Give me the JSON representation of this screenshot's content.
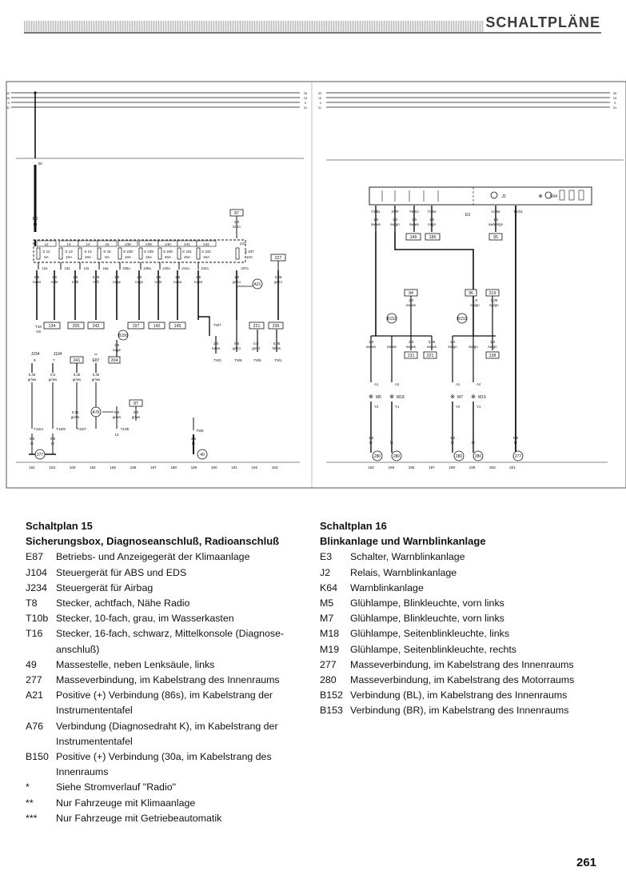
{
  "header": {
    "title": "SCHALTPLÄNE"
  },
  "page_number": "261",
  "diagram_left": {
    "rails": [
      "30",
      "15",
      "X",
      "31"
    ],
    "wire_top": {
      "label": "30"
    },
    "wire_main": {
      "size": "6,0",
      "color": "ro"
    },
    "plug_87": "87",
    "plug_87_wire": "1,0",
    "plug_87_color": "br/ro",
    "fuse_tabs": [
      "12",
      "13",
      "14",
      "15",
      "238",
      "239",
      "240",
      "241",
      "242"
    ],
    "fuses": [
      {
        "name": "S 12",
        "amp": "5A"
      },
      {
        "name": "S 13",
        "amp": "10A"
      },
      {
        "name": "S 14",
        "amp": "10A"
      },
      {
        "name": "S 15",
        "amp": "5A"
      },
      {
        "name": "S 238",
        "amp": "10A"
      },
      {
        "name": "S 239",
        "amp": "15A"
      },
      {
        "name": "S 240",
        "amp": "20A"
      },
      {
        "name": "S 241",
        "amp": "15A"
      },
      {
        "name": "S 242",
        "amp": "15A"
      },
      {
        "name": "S 237",
        "amp": "10A"
      }
    ],
    "fuse_237_tab": "237",
    "fuse_237_out": "237a",
    "box_227": "227",
    "fuse_outs": [
      "12a",
      "13a",
      "14a",
      "15a",
      "238a",
      "239a",
      "240a",
      "241a",
      "242a"
    ],
    "wire_sizes": [
      "0,5",
      "1,0",
      "1,5",
      "0,35",
      "1,5",
      "1,0",
      "1,5",
      "1,5",
      "1,5",
      "1,0",
      "0,35"
    ],
    "wire_colors": [
      "ro/ws",
      "ro/br",
      "ro/bl",
      "ro/li",
      "ro/ge",
      "ro/gn",
      "ro/br",
      "ro/sw",
      "ro/ws",
      "ge/ro",
      "ge/ro"
    ],
    "conn_a21": "A21",
    "t16": "T16",
    "t16_sub": "/16",
    "boxes_row": [
      "134",
      "205",
      "242",
      "197",
      "142",
      "145",
      "221",
      "236"
    ],
    "b150": "B150",
    "t8_7": "T8/7",
    "w204_size": "1,5",
    "w204_color": "ro/ge",
    "box_204": "204",
    "w_t8_right": [
      {
        "s": "1,0",
        "c": "ro/ws"
      },
      {
        "s": "0,5",
        "c": "ge/ro"
      },
      {
        "s": "0,5",
        "c": "gn/bl"
      },
      {
        "s": "0,35",
        "c": "bl/ws"
      }
    ],
    "t8_plugs": [
      "T8/3",
      "T8/6",
      "T8/5",
      "T8/1"
    ],
    "j234": "J234",
    "j104": "J104",
    "e87": "E87",
    "e87_mark": "**",
    "box_241": "241",
    "pin_9": "9",
    "pin_7": "7",
    "w_lower": [
      {
        "s": "0,35",
        "c": "gr/ws"
      },
      {
        "s": "0,5",
        "c": "gr/ws"
      },
      {
        "s": "0,35",
        "c": "gr/ws"
      },
      {
        "s": "0,35",
        "c": "gr/ws"
      }
    ],
    "a76": "A76",
    "box_87b": "87",
    "w_a76": [
      {
        "s": "0,35",
        "c": "gr/ws"
      },
      {
        "s": "0,5",
        "c": "gr/ws"
      },
      {
        "s": "0,5",
        "c": "gr/ws"
      }
    ],
    "t16_plugs": [
      "T16/4",
      "T16/6",
      "T16/7"
    ],
    "t10b": "T10b",
    "t10b_pin": "13",
    "t8_8": "T8/8",
    "gnd_wires": [
      {
        "s": "0,5",
        "c": "br"
      },
      {
        "s": "0,5",
        "c": "br"
      },
      {
        "s": "2,5",
        "c": "br"
      }
    ],
    "ground_277": "277",
    "ground_49": "49",
    "xaxis": [
      "181",
      "182",
      "183",
      "184",
      "185",
      "186",
      "187",
      "188",
      "189",
      "190",
      "191",
      "192",
      "193"
    ]
  },
  "diagram_right": {
    "rails": [
      "30",
      "15",
      "X",
      "31"
    ],
    "switch_labels": [
      "J2",
      "K64"
    ],
    "e3": "E3",
    "top_pins": [
      "Y3/BL",
      "2/3R",
      "Y6/XA",
      "7/30a",
      "1/49a",
      "Y5/31"
    ],
    "top_wires": [
      {
        "s": "1,0",
        "c": "sw/ws"
      },
      {
        "s": "1,0",
        "c": "sw/gn"
      },
      {
        "s": "1,0",
        "c": "sw/ws"
      },
      {
        "s": "1,0",
        "c": "ro/gn"
      },
      {
        "s": "1,0",
        "c": "sw/ws/gn"
      }
    ],
    "boxes_top": [
      "149",
      "186",
      "95"
    ],
    "box_94": "94",
    "box_96": "96",
    "box_219": "219",
    "w_94": {
      "s": "1,0",
      "c": "sw/ws"
    },
    "w_96": [
      {
        "s": "1,0",
        "c": "sw/gn"
      },
      {
        "s": "0,35",
        "c": "sw/gn"
      }
    ],
    "b152": "B152",
    "b153": "B153",
    "mid_wires": [
      {
        "s": "1,0",
        "c": "sw/ws"
      },
      {
        "s": "",
        "c": "sw/ws"
      },
      {
        "s": "1,0",
        "c": "sw/ws"
      },
      {
        "s": "0,35",
        "c": "sw/ws"
      },
      {
        "s": "1,0",
        "c": "sw/gn"
      },
      {
        "s": "",
        "c": "sw/gn"
      },
      {
        "s": "1,0",
        "c": "sw/gn"
      }
    ],
    "boxes_mid": [
      "131",
      "221",
      "138"
    ],
    "lamps": [
      "M5",
      "M18",
      "M7",
      "M19"
    ],
    "pins_a": [
      "A1",
      "A2",
      "A1",
      "A2"
    ],
    "pins_b": [
      "Y2",
      "Y1",
      "Y2",
      "Y1"
    ],
    "gnd_wires": [
      {
        "s": "1,0",
        "c": "br"
      },
      {
        "s": "",
        "c": "br"
      },
      {
        "s": "1,0",
        "c": "br"
      },
      {
        "s": "",
        "c": "br"
      },
      {
        "s": "0,5",
        "c": "br"
      }
    ],
    "grounds": [
      "280",
      "280",
      "280",
      "280",
      "277"
    ],
    "xaxis": [
      "194",
      "195",
      "196",
      "197",
      "198",
      "199",
      "200",
      "201"
    ]
  },
  "legend_left": {
    "title": "Schaltplan 15",
    "subtitle": "Sicherungsbox, Diagnoseanschluß, Radioanschluß",
    "items": [
      {
        "code": "E87",
        "desc": "Betriebs- und Anzeigegerät der Klimaanlage"
      },
      {
        "code": "J104",
        "desc": "Steuergerät für ABS und EDS"
      },
      {
        "code": "J234",
        "desc": "Steuergerät für Airbag"
      },
      {
        "code": "T8",
        "desc": "Stecker, achtfach, Nähe Radio"
      },
      {
        "code": "T10b",
        "desc": "Stecker, 10-fach, grau, im Wasserkasten"
      },
      {
        "code": "T16",
        "desc": "Stecker, 16-fach, schwarz, Mittelkonsole (Diagnose-anschluß)"
      },
      {
        "code": "49",
        "desc": "Massestelle, neben Lenksäule, links"
      },
      {
        "code": "277",
        "desc": "Masseverbindung, im Kabelstrang des Innenraums"
      },
      {
        "code": "A21",
        "desc": "Positive (+) Verbindung (86s), im Kabelstrang der Instrumententafel"
      },
      {
        "code": "A76",
        "desc": "Verbindung (Diagnosedraht K), im Kabelstrang der Instrumententafel"
      },
      {
        "code": "B150",
        "desc": "Positive (+) Verbindung (30a, im Kabelstrang des Innenraums"
      },
      {
        "code": "*",
        "desc": "Siehe Stromverlauf \"Radio\""
      },
      {
        "code": "**",
        "desc": "Nur Fahrzeuge mit Klimaanlage"
      },
      {
        "code": "***",
        "desc": "Nur Fahrzeuge mit Getriebeautomatik"
      }
    ]
  },
  "legend_right": {
    "title": "Schaltplan 16",
    "subtitle": "Blinkanlage und Warnblinkanlage",
    "items": [
      {
        "code": "E3",
        "desc": "Schalter, Warnblinkanlage"
      },
      {
        "code": "J2",
        "desc": "Relais, Warnblinkanlage"
      },
      {
        "code": "K64",
        "desc": "Warnblinkanlage"
      },
      {
        "code": "M5",
        "desc": "Glühlampe, Blinkleuchte, vorn links"
      },
      {
        "code": "M7",
        "desc": "Glühlampe, Blinkleuchte, vorn links"
      },
      {
        "code": "M18",
        "desc": "Glühlampe, Seitenblinkleuchte, links"
      },
      {
        "code": "M19",
        "desc": "Glühlampe, Seitenblinkleuchte, rechts"
      },
      {
        "code": "277",
        "desc": "Masseverbindung, im Kabelstrang des Innenraums"
      },
      {
        "code": "280",
        "desc": "Masseverbindung, im Kabelstrang des Motorraums"
      },
      {
        "code": "B152",
        "desc": "Verbindung (BL), im Kabelstrang des Innenraums"
      },
      {
        "code": "B153",
        "desc": "Verbindung (BR), im Kabelstrang des Innenraums"
      }
    ]
  }
}
